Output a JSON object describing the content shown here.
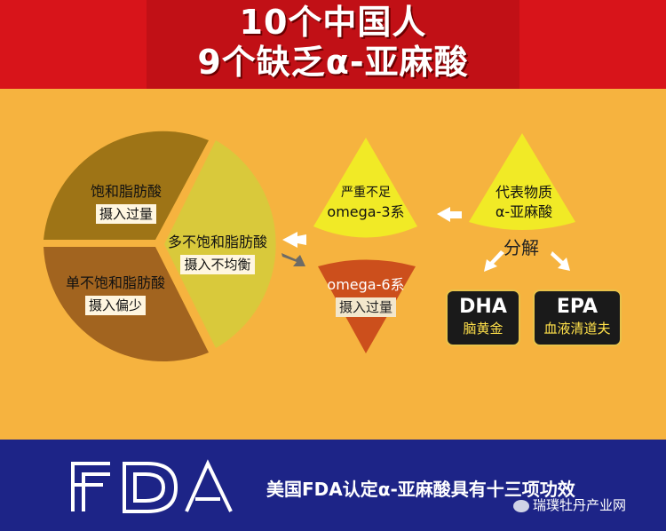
{
  "header": {
    "line1": "10个中国人",
    "line2": "9个缺乏α-亚麻酸"
  },
  "pie": {
    "saturated": {
      "label": "饱和脂肪酸",
      "tag": "摄入过量"
    },
    "mono": {
      "label": "单不饱和脂肪酸",
      "tag": "摄入偏少"
    },
    "poly": {
      "label": "多不饱和脂肪酸",
      "tag": "摄入不均衡"
    }
  },
  "omega3": {
    "label": "严重不足",
    "name": "omega-3系"
  },
  "omega6": {
    "name": "omega-6系",
    "tag": "摄入过量"
  },
  "representative": {
    "line1": "代表物质",
    "line2": "α-亚麻酸"
  },
  "decompose": "分解",
  "dha": {
    "title": "DHA",
    "sub": "脑黄金"
  },
  "epa": {
    "title": "EPA",
    "sub": "血液清道夫"
  },
  "footer": {
    "text": "美国FDA认定α-亚麻酸具有十三项功效",
    "watermark": "瑞璞牡丹产业网"
  },
  "colors": {
    "header_red": "#d8141a",
    "background_orange": "#f6b33f",
    "footer_navy": "#1d2487",
    "saturated": "#9e7416",
    "mono": "#a2641f",
    "poly": "#d9c93b",
    "omega3": "#f1ea26",
    "omega6": "#cc4f1c"
  },
  "icons": [
    "fda-logo",
    "arrow-right-icon",
    "arrow-down-left-icon",
    "arrow-down-right-icon",
    "wechat-icon"
  ]
}
